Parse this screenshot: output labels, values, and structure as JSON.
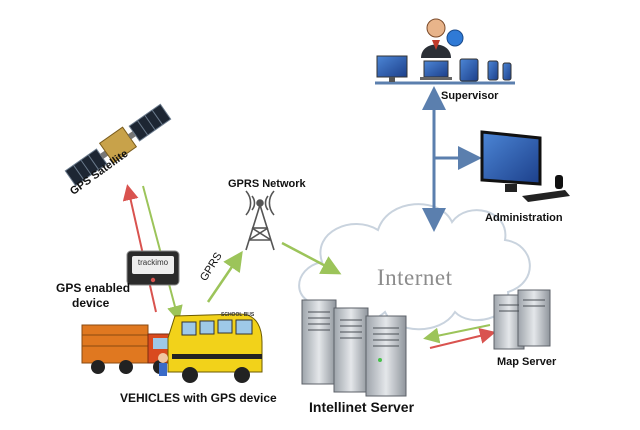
{
  "labels": {
    "gps_satellite": "GPS Satellite",
    "gprs_network": "GPRS Network",
    "gprs": "GPRS",
    "gps_device_line1": "GPS  enabled",
    "gps_device_line2": "device",
    "device_brand": "trackimo",
    "vehicles": "VEHICLES with GPS device",
    "internet": "Internet",
    "intellinet_server": "Intellinet Server",
    "supervisor": "Supervisor",
    "administration": "Administration",
    "map_server": "Map Server",
    "bus_text": "SCHOOL BUS"
  },
  "colors": {
    "arrow_green": "#9cc45a",
    "arrow_red": "#d9534f",
    "arrow_blue": "#5b7fae",
    "cloud_edge": "#c9d3de",
    "truck_orange": "#e07820",
    "bus_yellow": "#f2d21a"
  }
}
